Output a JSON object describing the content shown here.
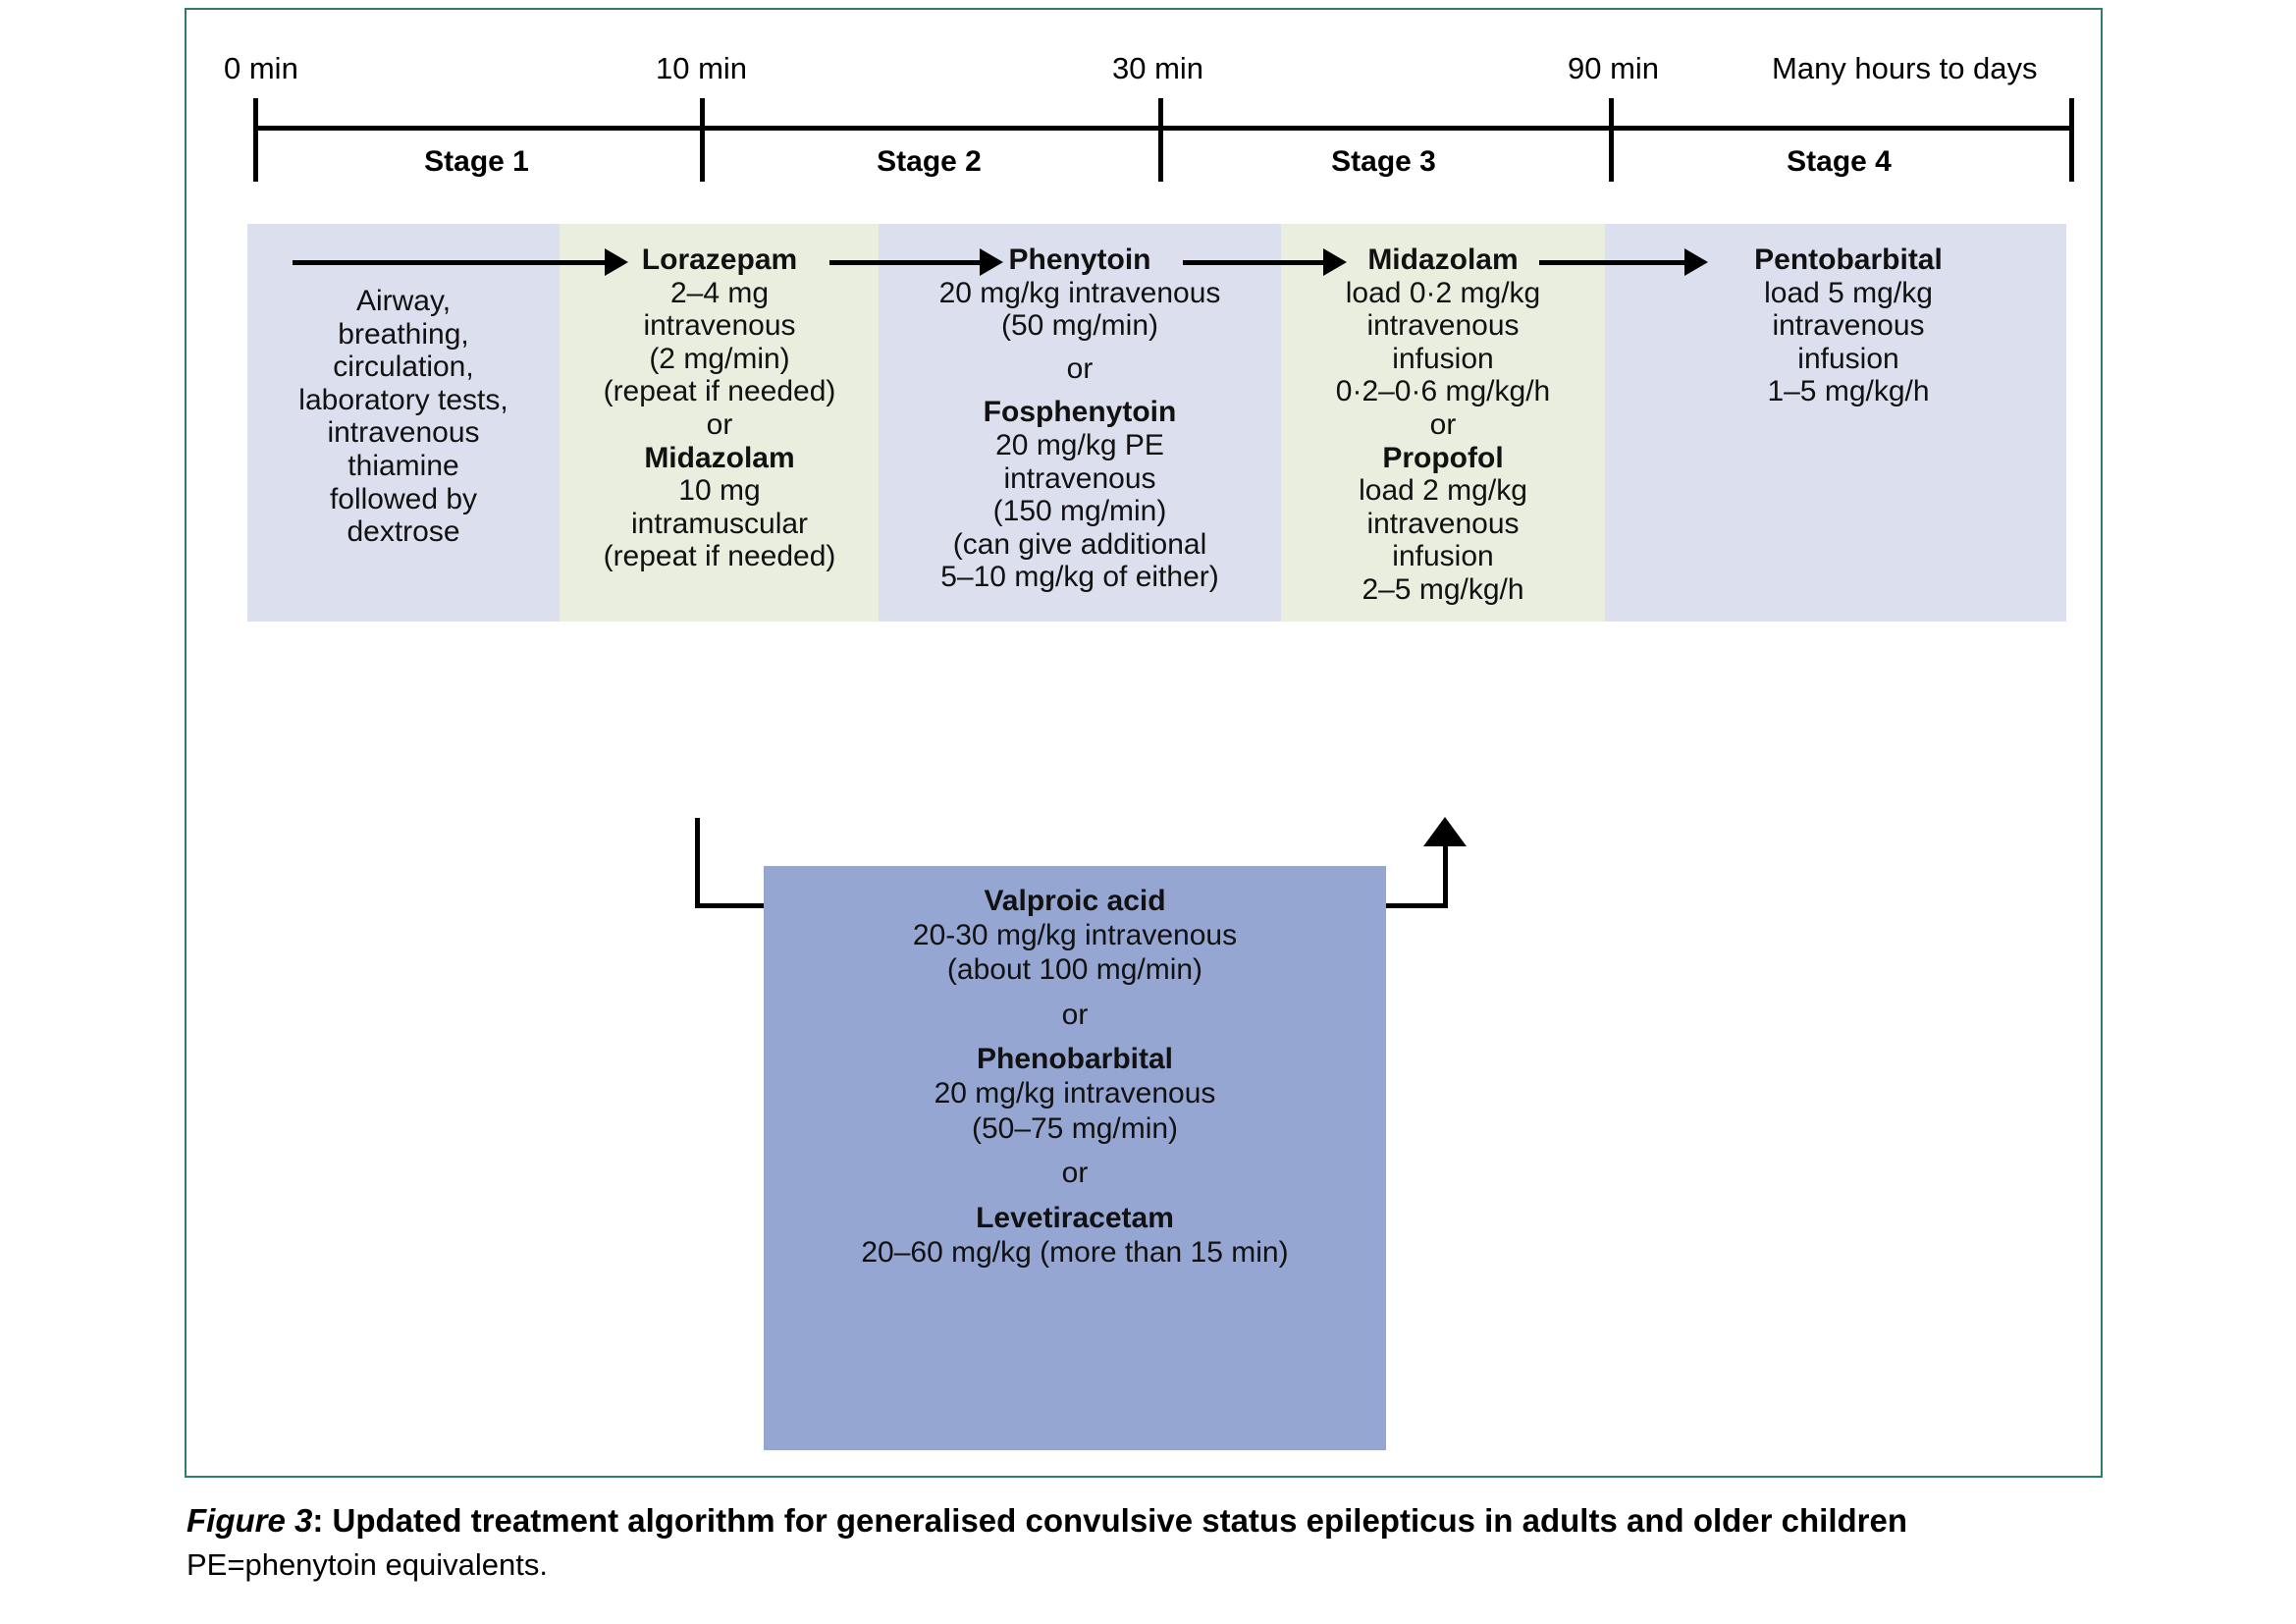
{
  "figure": {
    "timeline": {
      "ticks": [
        {
          "label": "0 min"
        },
        {
          "label": "10 min"
        },
        {
          "label": "30 min"
        },
        {
          "label": "90 min"
        },
        {
          "label": "Many hours to days"
        }
      ]
    },
    "stages": [
      {
        "label": "Stage 1"
      },
      {
        "label": "Stage 2"
      },
      {
        "label": "Stage 3"
      },
      {
        "label": "Stage 4"
      }
    ],
    "columns": [
      {
        "name": "initial-management",
        "band_color": "#dcdfee",
        "lines": [
          "Airway,",
          "breathing,",
          "circulation,",
          "laboratory tests,",
          "intravenous",
          "thiamine",
          "followed by",
          "dextrose"
        ]
      },
      {
        "name": "lorazepam",
        "band_color": "#e9eedf",
        "drug": "Lorazepam",
        "lines": [
          "2–4 mg",
          "intravenous",
          "(2 mg/min)",
          "(repeat if needed)"
        ],
        "or": "or",
        "drug2": "Midazolam",
        "lines2": [
          "10 mg",
          "intramuscular",
          "(repeat if needed)"
        ]
      },
      {
        "name": "phenytoin",
        "band_color": "#dcdfee",
        "drug": "Phenytoin",
        "lines": [
          "20 mg/kg intravenous",
          "(50 mg/min)"
        ],
        "or": "or",
        "drug2": "Fosphenytoin",
        "lines2": [
          "20 mg/kg PE",
          "intravenous",
          "(150 mg/min)",
          "(can give additional",
          "5–10 mg/kg of either)"
        ]
      },
      {
        "name": "midazolam-infusion",
        "band_color": "#e9eedf",
        "drug": "Midazolam",
        "lines": [
          "load 0·2 mg/kg",
          "intravenous",
          "infusion",
          "0·2–0·6 mg/kg/h"
        ],
        "or": "or",
        "drug2": "Propofol",
        "lines2": [
          "load 2 mg/kg",
          "intravenous",
          "infusion",
          "2–5 mg/kg/h"
        ]
      },
      {
        "name": "pentobarbital",
        "band_color": "#dcdfee",
        "drug": "Pentobarbital",
        "lines": [
          "load 5 mg/kg",
          "intravenous",
          "infusion",
          "1–5 mg/kg/h"
        ]
      }
    ],
    "second_line_box": {
      "name": "valproic-acid-box",
      "fill_color": "#96a6d3",
      "drug": "Valproic acid",
      "lines": [
        "20-30 mg/kg intravenous",
        "(about 100 mg/min)"
      ],
      "or": "or",
      "drug2": "Phenobarbital",
      "lines2": [
        "20 mg/kg intravenous",
        "(50–75 mg/min)"
      ],
      "or2": "or",
      "drug3": "Levetiracetam",
      "lines3": [
        "20–60 mg/kg (more than 15 min)"
      ]
    }
  },
  "caption": {
    "figure_number": "Figure 3",
    "separator": ": ",
    "title": "Updated treatment algorithm for generalised convulsive status epilepticus in adults and older children",
    "note": "PE=phenytoin equivalents."
  }
}
